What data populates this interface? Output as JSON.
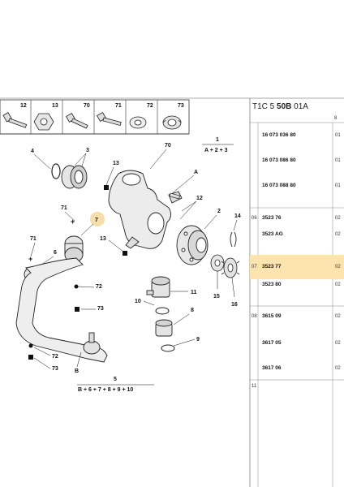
{
  "header": {
    "code_prefix": "T1C 5 ",
    "code_bold": "50B",
    "code_suffix": " 01A",
    "table_top_marker": "8"
  },
  "icon_strip": [
    {
      "num": "12",
      "icon": "bolt-icon"
    },
    {
      "num": "13",
      "icon": "nut-icon"
    },
    {
      "num": "70",
      "icon": "screw-icon"
    },
    {
      "num": "71",
      "icon": "bolt-icon"
    },
    {
      "num": "72",
      "icon": "washer-icon"
    },
    {
      "num": "73",
      "icon": "locknut-icon"
    }
  ],
  "callouts": {
    "ref1": "1",
    "ref1_sum": "A + 2 + 3",
    "ref5": "5",
    "ref5_sum": "B + 6 + 7 + 8 + 9 + 10",
    "A": "A",
    "B": "B",
    "n2": "2",
    "n3": "3",
    "n4": "4",
    "n6": "6",
    "n7": "7",
    "n8": "8",
    "n9": "9",
    "n11": "11",
    "n12": "12",
    "n13a": "13",
    "n13b": "13",
    "n14": "14",
    "n15": "15",
    "n16": "16",
    "n70": "70",
    "n71a": "71",
    "n71b": "71",
    "n72a": "72",
    "n72b": "72",
    "n73a": "73",
    "n73b": "73"
  },
  "parts_table": {
    "rows": [
      {
        "index": "",
        "ref": "16 073 036 80",
        "col": "01",
        "highlight": false
      },
      {
        "index": "",
        "ref": "16 073 086 80",
        "col": "01",
        "highlight": false
      },
      {
        "index": "",
        "ref": "16 073 088 80",
        "col": "01",
        "highlight": false
      },
      {
        "index": "06",
        "ref": "3523 76",
        "col": "02",
        "highlight": false
      },
      {
        "index": "",
        "ref": "3523 AG",
        "col": "02",
        "highlight": false
      },
      {
        "index": "07",
        "ref": "3523 77",
        "col": "02",
        "highlight": true
      },
      {
        "index": "",
        "ref": "3523 80",
        "col": "02",
        "highlight": false
      },
      {
        "index": "08",
        "ref": "3615 09",
        "col": "02",
        "highlight": false
      },
      {
        "index": "",
        "ref": "3617 05",
        "col": "02",
        "highlight": false
      },
      {
        "index": "",
        "ref": "3617 06",
        "col": "02",
        "highlight": false
      },
      {
        "index": "11",
        "ref": "",
        "col": "",
        "highlight": false
      }
    ]
  },
  "colors": {
    "highlight_row": "#fde3ad",
    "highlight_marker": "#f4d79a"
  }
}
